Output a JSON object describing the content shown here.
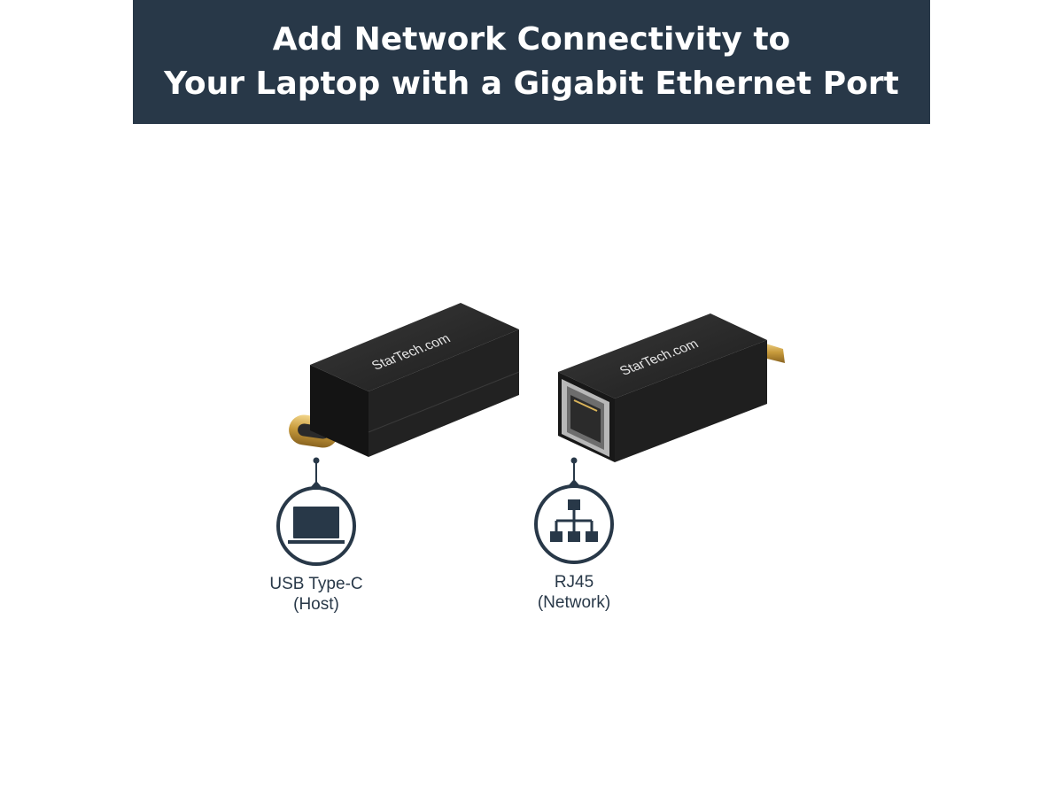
{
  "banner": {
    "line1": "Add Network Connectivity to",
    "line2": "Your Laptop with a Gigabit Ethernet Port",
    "background": "#283848",
    "text_color": "#ffffff"
  },
  "products": {
    "brand_logo": "StarTech.com",
    "adapter_color": "#1e1e1e",
    "connector_color": "#d9b35a"
  },
  "callouts": [
    {
      "icon": "laptop-icon",
      "line1": "USB Type-C",
      "line2": "(Host)"
    },
    {
      "icon": "network-icon",
      "line1": "RJ45",
      "line2": "(Network)"
    }
  ],
  "accent_color": "#283848"
}
